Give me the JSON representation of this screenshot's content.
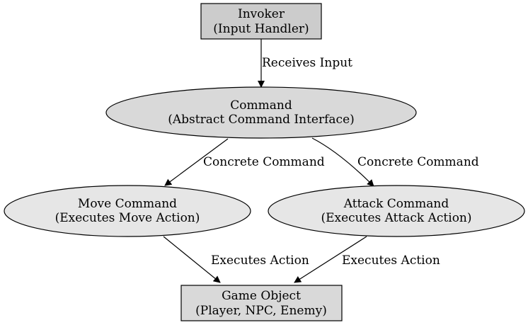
{
  "nodes": {
    "invoker": {
      "line1": "Invoker",
      "line2": "(Input Handler)",
      "fill": "#cccccc",
      "shape": "box"
    },
    "command": {
      "line1": "Command",
      "line2": "(Abstract Command Interface)",
      "fill": "#d9d9d9",
      "shape": "ellipse"
    },
    "move_command": {
      "line1": "Move Command",
      "line2": "(Executes Move Action)",
      "fill": "#e6e6e6",
      "shape": "ellipse"
    },
    "attack_command": {
      "line1": "Attack Command",
      "line2": "(Executes Attack Action)",
      "fill": "#e6e6e6",
      "shape": "ellipse"
    },
    "game_object": {
      "line1": "Game Object",
      "line2": "(Player, NPC, Enemy)",
      "fill": "#d9d9d9",
      "shape": "box"
    }
  },
  "edges": {
    "invoker_to_command": "Receives Input",
    "command_to_move": "Concrete Command",
    "command_to_attack": "Concrete Command",
    "move_to_game_object": "Executes Action",
    "attack_to_game_object": "Executes Action"
  }
}
